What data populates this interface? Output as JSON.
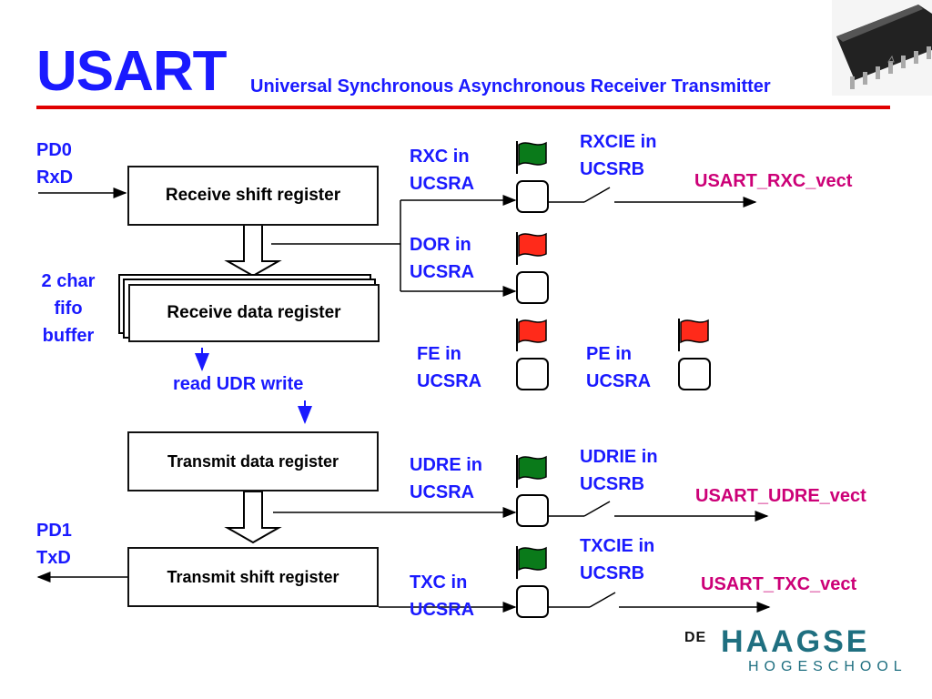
{
  "header": {
    "title": "USART",
    "subtitle": "Universal Synchronous Asynchronous Receiver Transmitter"
  },
  "pins": {
    "rx_line1": "PD0",
    "rx_line2": "RxD",
    "tx_line1": "PD1",
    "tx_line2": "TxD"
  },
  "registers": {
    "receive_shift": "Receive shift register",
    "receive_data": "Receive data register",
    "transmit_data": "Transmit data register",
    "transmit_shift": "Transmit shift register"
  },
  "fifo": {
    "line1": "2 char",
    "line2": "fifo",
    "line3": "buffer"
  },
  "udr": "read UDR write",
  "flags": {
    "rxc": {
      "line1": "RXC in",
      "line2": "UCSRA",
      "color": "#0a7a1a"
    },
    "dor": {
      "line1": "DOR in",
      "line2": "UCSRA",
      "color": "#ff2a1a"
    },
    "fe": {
      "line1": "FE in",
      "line2": "UCSRA",
      "color": "#ff2a1a"
    },
    "pe": {
      "line1": "PE in",
      "line2": "UCSRA",
      "color": "#ff2a1a"
    },
    "udre": {
      "line1": "UDRE in",
      "line2": "UCSRA",
      "color": "#0a7a1a"
    },
    "txc": {
      "line1": "TXC in",
      "line2": "UCSRA",
      "color": "#0a7a1a"
    }
  },
  "enables": {
    "rxcie": {
      "line1": "RXCIE in",
      "line2": "UCSRB"
    },
    "udrie": {
      "line1": "UDRIE in",
      "line2": "UCSRB"
    },
    "txcie": {
      "line1": "TXCIE in",
      "line2": "UCSRB"
    }
  },
  "vectors": {
    "rxc": "USART_RXC_vect",
    "udre": "USART_UDRE_vect",
    "txc": "USART_TXC_vect"
  },
  "logo": {
    "de": "DE",
    "haagse": "HAAGSE",
    "hogeschool": "HOGESCHOOL"
  },
  "colors": {
    "blue_text": "#1a1aff",
    "vector_text": "#cc0077",
    "rule": "#e00000",
    "flag_green": "#0a7a1a",
    "flag_red": "#ff2a1a",
    "logo_teal": "#1f6f80"
  }
}
